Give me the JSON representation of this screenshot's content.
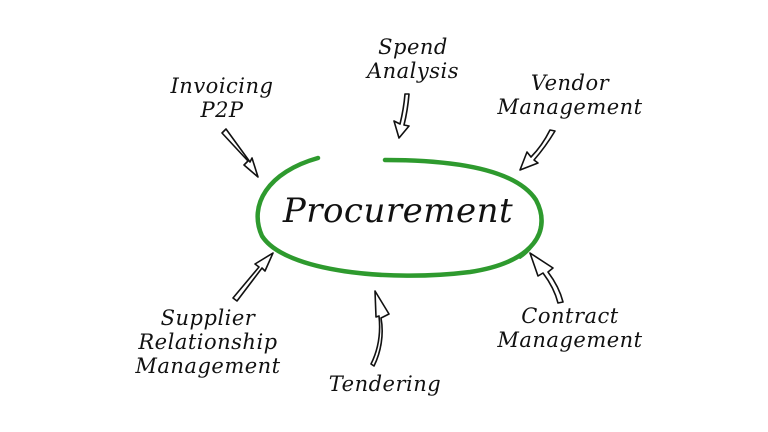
{
  "diagram": {
    "center": {
      "label": "Procurement",
      "ring_color": "#2e9a2e"
    },
    "nodes": [
      {
        "id": "invoicing",
        "line1": "Invoicing",
        "line2": "P2P",
        "arrow_direction": "toward-center"
      },
      {
        "id": "spend-analysis",
        "line1": "Spend",
        "line2": "Analysis",
        "arrow_direction": "toward-center"
      },
      {
        "id": "vendor-management",
        "line1": "Vendor",
        "line2": "Management",
        "arrow_direction": "toward-center"
      },
      {
        "id": "supplier-relationship-management",
        "line1": "Supplier",
        "line2": "Relationship",
        "line3": "Management",
        "arrow_direction": "away-from-center"
      },
      {
        "id": "tendering",
        "line1": "Tendering",
        "arrow_direction": "away-from-center"
      },
      {
        "id": "contract-management",
        "line1": "Contract",
        "line2": "Management",
        "arrow_direction": "away-from-center"
      }
    ],
    "text_color": "#111111",
    "arrow_color": "#111111",
    "background": "#ffffff"
  }
}
